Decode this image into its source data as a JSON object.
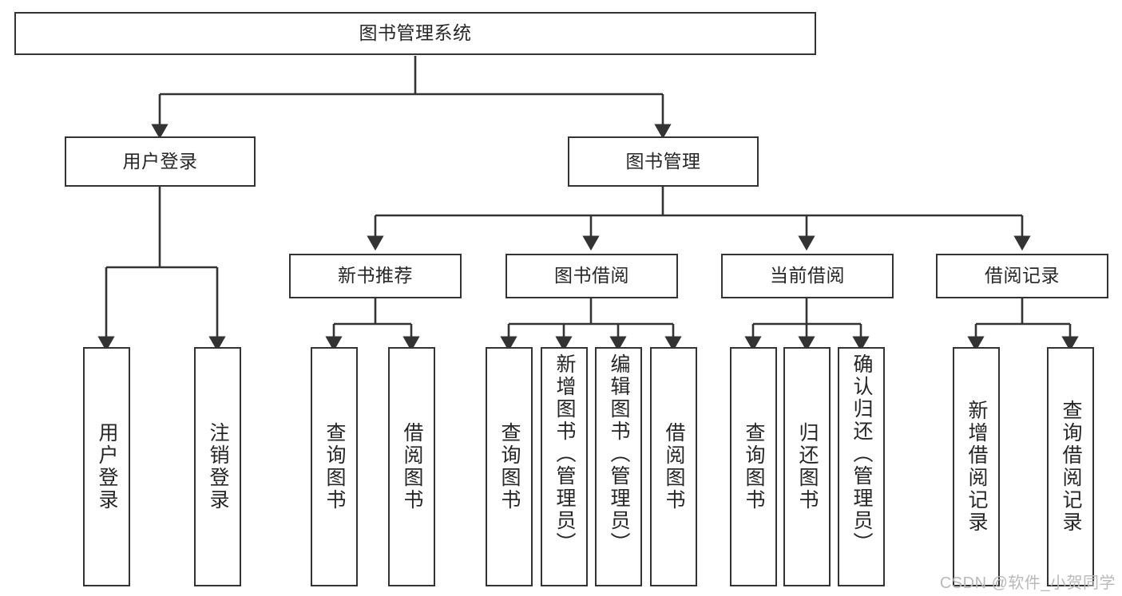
{
  "diagram": {
    "title": "图书管理系统",
    "type": "hierarchy-tree",
    "root": {
      "label": "图书管理系统"
    },
    "level1": [
      {
        "label": "用户登录"
      },
      {
        "label": "图书管理"
      }
    ],
    "level2": [
      {
        "label": "新书推荐"
      },
      {
        "label": "图书借阅"
      },
      {
        "label": "当前借阅"
      },
      {
        "label": "借阅记录"
      }
    ],
    "leaves": {
      "user_login": [
        {
          "label": "用户登录"
        },
        {
          "label": "注销登录"
        }
      ],
      "new_book_recommend": [
        {
          "label": "查询图书"
        },
        {
          "label": "借阅图书"
        }
      ],
      "book_borrow": [
        {
          "label": "查询图书"
        },
        {
          "label": "新增图书（管理员）"
        },
        {
          "label": "编辑图书（管理员）"
        },
        {
          "label": "借阅图书"
        }
      ],
      "current_borrow": [
        {
          "label": "查询图书"
        },
        {
          "label": "归还图书"
        },
        {
          "label": "确认归还（管理员）"
        }
      ],
      "borrow_records": [
        {
          "label": "新增借阅记录"
        },
        {
          "label": "查询借阅记录"
        }
      ]
    }
  },
  "watermark": {
    "text": "CSDN @软件_小贺同学"
  },
  "colors": {
    "line": "#333333",
    "box_border": "#333333",
    "box_fill": "#ffffff",
    "text": "#262626",
    "watermark": "#b9b9b9"
  }
}
